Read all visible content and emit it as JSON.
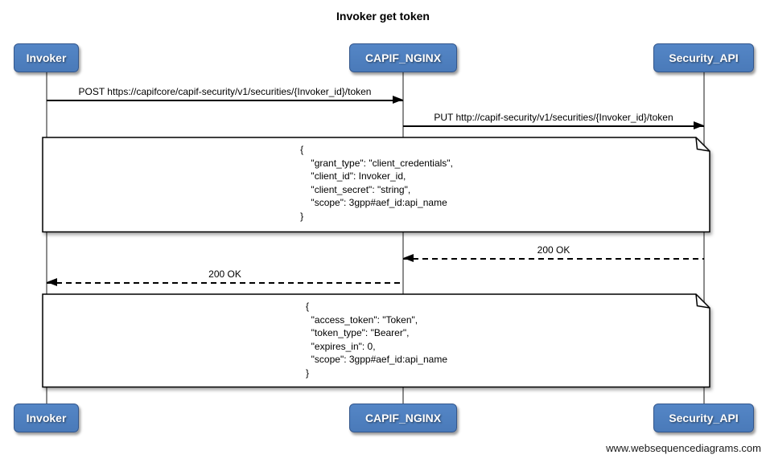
{
  "diagram": {
    "title": "Invoker get token",
    "watermark": "www.websequencediagrams.com"
  },
  "actors": [
    {
      "id": "invoker",
      "name": "Invoker"
    },
    {
      "id": "capif_nginx",
      "name": "CAPIF_NGINX"
    },
    {
      "id": "security_api",
      "name": "Security_API"
    }
  ],
  "messages": [
    {
      "from": "Invoker",
      "to": "CAPIF_NGINX",
      "type": "solid",
      "label": "POST https://capifcore/capif-security/v1/securities/{Invoker_id}/token"
    },
    {
      "from": "CAPIF_NGINX",
      "to": "Security_API",
      "type": "solid",
      "label": "PUT http://capif-security/v1/securities/{Invoker_id}/token"
    },
    {
      "from": "Security_API",
      "to": "CAPIF_NGINX",
      "type": "dashed",
      "label": "200 OK"
    },
    {
      "from": "CAPIF_NGINX",
      "to": "Invoker",
      "type": "dashed",
      "label": "200 OK"
    }
  ],
  "notes": [
    {
      "over": "Invoker, Security_API",
      "text": "{\n    \"grant_type\": \"client_credentials\",\n    \"client_id\": Invoker_id,\n    \"client_secret\": \"string\",\n    \"scope\": 3gpp#aef_id:api_name\n}"
    },
    {
      "over": "Invoker, Security_API",
      "text": "{\n  \"access_token\": \"Token\",\n  \"token_type\": \"Bearer\",\n  \"expires_in\": 0,\n  \"scope\": 3gpp#aef_id:api_name\n}"
    }
  ],
  "colors": {
    "background": "#ffffff",
    "actor_fill": "#4d7ebd",
    "actor_border": "#34578c",
    "actor_text": "#ffffff",
    "lifeline": "#8c8c8c",
    "message_line": "#000000",
    "note_fill": "#ffffff",
    "note_border": "#000000"
  }
}
